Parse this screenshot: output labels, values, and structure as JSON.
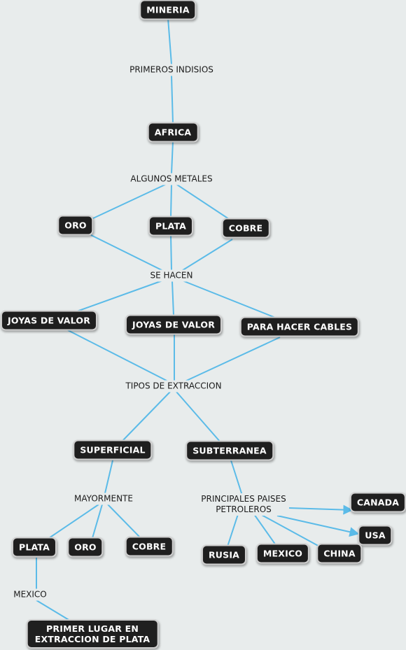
{
  "colors": {
    "background": "#e8ecec",
    "node": "#1f1f1f",
    "node_text": "#ffffff",
    "connector": "#5bbbe8"
  },
  "concepts": {
    "mineria": "MINERIA",
    "africa": "AFRICA",
    "oro": "ORO",
    "plata": "PLATA",
    "cobre": "COBRE",
    "joyas1": "JOYAS DE VALOR",
    "joyas2": "JOYAS DE VALOR",
    "cables": "PARA HACER CABLES",
    "superficial": "SUPERFICIAL",
    "subterranea": "SUBTERRANEA",
    "plata2": "PLATA",
    "oro2": "ORO",
    "cobre2": "COBRE",
    "primer": "PRIMER LUGAR EN\nEXTRACCION DE PLATA",
    "canada": "CANADA",
    "usa": "USA",
    "china": "CHINA",
    "mexico2": "MEXICO",
    "rusia": "RUSIA"
  },
  "links": {
    "primeros": "PRIMEROS INDISIOS",
    "algunos": "ALGUNOS METALES",
    "sehacen": "SE HACEN",
    "tipos": "TIPOS DE EXTRACCION",
    "mayormente": "MAYORMENTE",
    "principales": "PRINCIPALES PAISES\nPETROLEROS",
    "mexico": "MEXICO"
  }
}
